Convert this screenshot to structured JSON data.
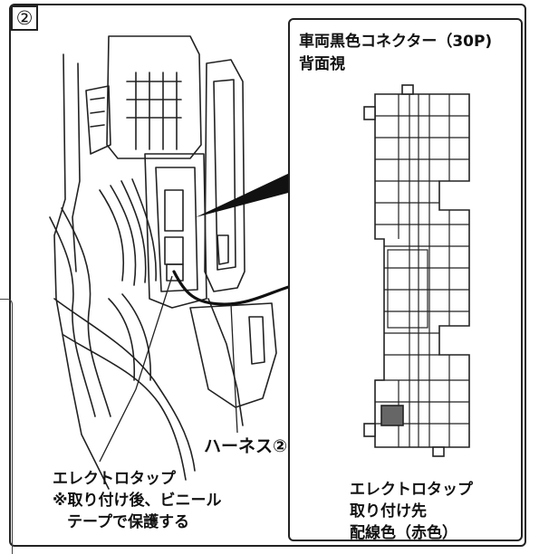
{
  "badge": "②",
  "inset": {
    "title_line1": "車両黒色コネクター（30P)",
    "title_line2": "背面視"
  },
  "labels": {
    "harness": "ハーネス②",
    "electrotap_line1": "エレクトロタップ",
    "electrotap_line2": "※取り付け後、ビニール",
    "electrotap_line3": "テープで保護する",
    "target_line1": "エレクトロタップ",
    "target_line2": "取り付け先",
    "target_line3": "配線色（赤色）"
  },
  "colors": {
    "line": "#222222",
    "highlight_pin": "#666666",
    "callout_fill": "#111111"
  }
}
